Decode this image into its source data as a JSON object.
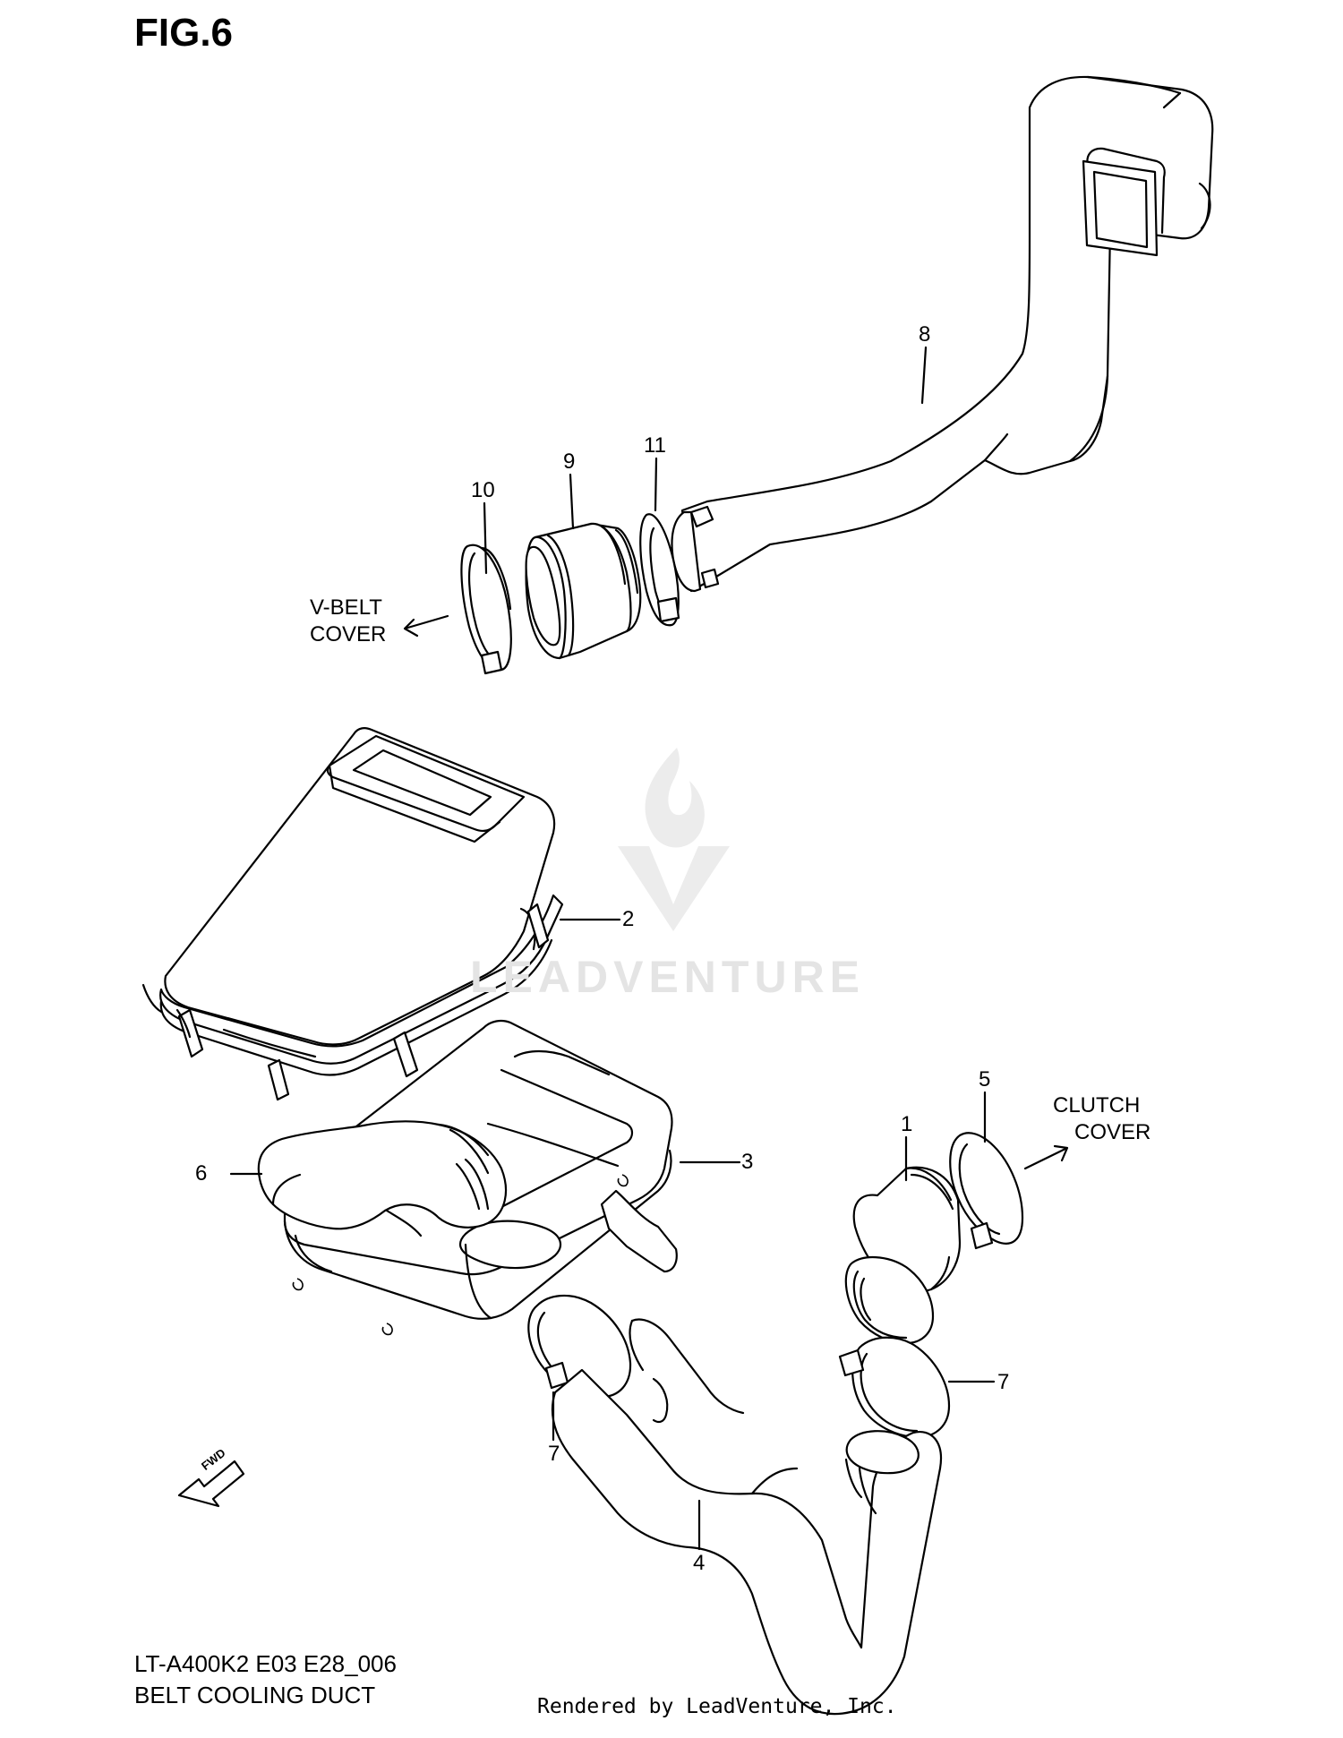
{
  "figure": {
    "title": "FIG.6",
    "watermark": "LEADVENTURE",
    "callouts": [
      "8",
      "10",
      "9",
      "11",
      "2",
      "5",
      "1",
      "6",
      "3",
      "7",
      "7",
      "4"
    ],
    "notes": {
      "vbelt_cover_line1": "V-BELT",
      "vbelt_cover_line2": "COVER",
      "clutch_cover_line1": "CLUTCH",
      "clutch_cover_line2": "COVER"
    },
    "fwd_label": "FWD",
    "footer": {
      "model_code": "LT-A400K2 E03 E28_006",
      "section_name": "BELT COOLING DUCT",
      "rendered_by": "Rendered by LeadVenture, Inc."
    }
  }
}
